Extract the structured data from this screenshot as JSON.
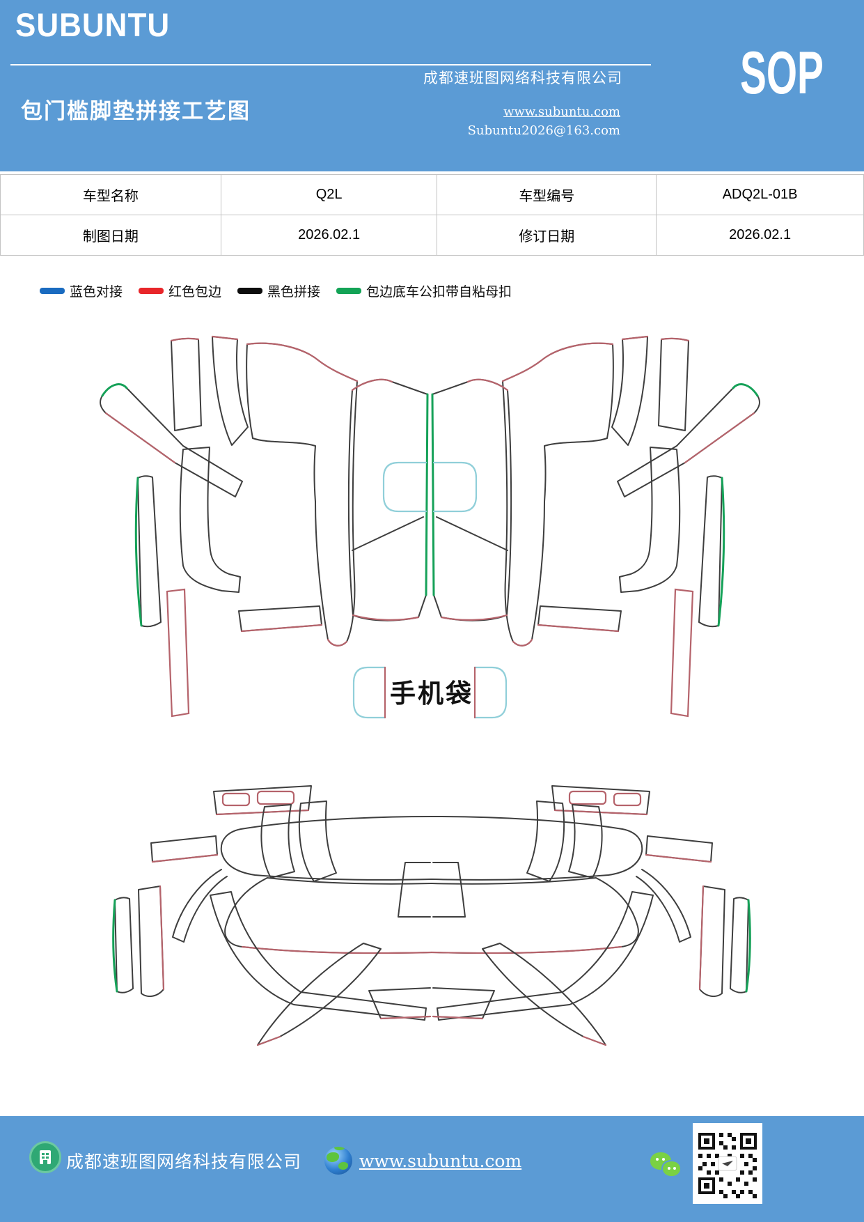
{
  "header": {
    "logo": "SUBUNTU",
    "title": "包门槛脚垫拼接工艺图",
    "company": "成都速班图网络科技有限公司",
    "sop_badge": "SOP",
    "website": "www.subuntu.com",
    "email": "Subuntu2026@163.com",
    "background_color": "#5b9bd5"
  },
  "info_table": {
    "rows": [
      [
        "车型名称",
        "Q2L",
        "车型编号",
        "ADQ2L-01B"
      ],
      [
        "制图日期",
        "2026.02.1",
        "修订日期",
        "2026.02.1"
      ]
    ]
  },
  "legend": {
    "items": [
      {
        "label": "蓝色对接",
        "color": "#1a6bc0"
      },
      {
        "label": "红色包边",
        "color": "#e8262a"
      },
      {
        "label": "黑色拼接",
        "color": "#0d0d0d"
      },
      {
        "label": "包边底车公扣带自粘母扣",
        "color": "#13a356"
      }
    ]
  },
  "diagram": {
    "phone_pocket_label": "手机袋",
    "edge_colors": {
      "outline": "#3e3e3e",
      "red_binding": "#b5636b",
      "green_snap": "#15a158",
      "cyan_pocket": "#90cfd9"
    }
  },
  "footer": {
    "company": "成都速班图网络科技有限公司",
    "website": "www.subuntu.com"
  }
}
